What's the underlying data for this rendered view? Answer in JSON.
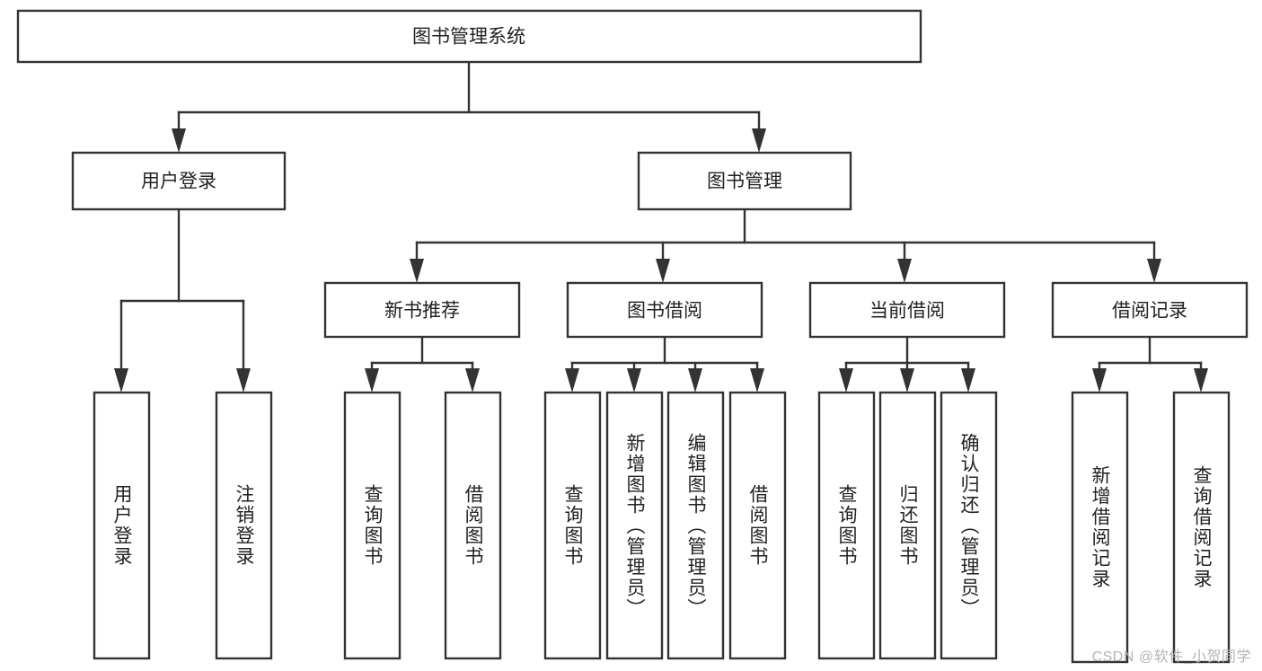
{
  "diagram": {
    "title": "图书管理系统",
    "type": "hierarchy-tree",
    "orientation": "top-down",
    "box_fill": "#ffffff",
    "box_stroke": "#333333",
    "text_color": "#222222",
    "background": "#ffffff"
  },
  "watermark": {
    "text": "CSDN @软件_小贺同学",
    "color": "#b4b4b4"
  },
  "nodes": {
    "root": {
      "label": "图书管理系统",
      "level": 1
    },
    "l2": [
      {
        "id": "user-login",
        "label": "用户登录",
        "level": 2
      },
      {
        "id": "book-manage",
        "label": "图书管理",
        "level": 2
      }
    ],
    "l3": [
      {
        "id": "new-book-recommend",
        "label": "新书推荐",
        "level": 3,
        "parent": "book-manage"
      },
      {
        "id": "book-borrow",
        "label": "图书借阅",
        "level": 3,
        "parent": "book-manage"
      },
      {
        "id": "current-borrow",
        "label": "当前借阅",
        "level": 3,
        "parent": "book-manage"
      },
      {
        "id": "borrow-record",
        "label": "借阅记录",
        "level": 3,
        "parent": "book-manage"
      }
    ],
    "leaves": [
      {
        "id": "leaf-user-login",
        "label": "用户登录",
        "parent": "user-login"
      },
      {
        "id": "leaf-logout",
        "label": "注销登录",
        "parent": "user-login"
      },
      {
        "id": "leaf-query-book-1",
        "label": "查询图书",
        "parent": "new-book-recommend"
      },
      {
        "id": "leaf-borrow-book-1",
        "label": "借阅图书",
        "parent": "new-book-recommend"
      },
      {
        "id": "leaf-query-book-2",
        "label": "查询图书",
        "parent": "book-borrow"
      },
      {
        "id": "leaf-add-book",
        "label": "新增图书（管理员）",
        "parent": "book-borrow"
      },
      {
        "id": "leaf-edit-book",
        "label": "编辑图书（管理员）",
        "parent": "book-borrow"
      },
      {
        "id": "leaf-borrow-book-2",
        "label": "借阅图书",
        "parent": "book-borrow"
      },
      {
        "id": "leaf-query-book-3",
        "label": "查询图书",
        "parent": "current-borrow"
      },
      {
        "id": "leaf-return-book",
        "label": "归还图书",
        "parent": "current-borrow"
      },
      {
        "id": "leaf-confirm-return",
        "label": "确认归还（管理员）",
        "parent": "current-borrow"
      },
      {
        "id": "leaf-add-record",
        "label": "新增借阅记录",
        "parent": "borrow-record"
      },
      {
        "id": "leaf-query-record",
        "label": "查询借阅记录",
        "parent": "borrow-record"
      }
    ]
  }
}
